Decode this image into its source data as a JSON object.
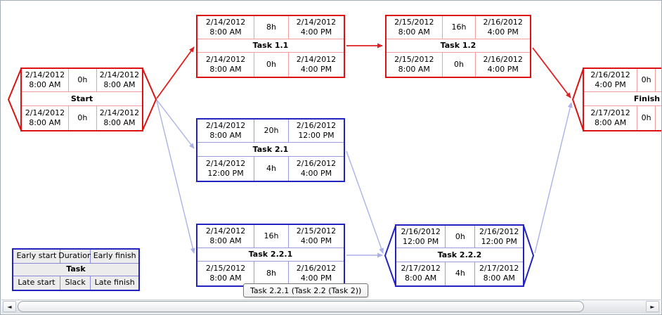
{
  "colors": {
    "critical_outer": "#dd1111",
    "critical_inner": "#f49e9e",
    "normal_outer": "#2323c2",
    "normal_inner": "#9a9ae0",
    "edge_critical": "#e02020",
    "edge_normal": "#abb1e9",
    "legend_outer": "#2323c2",
    "legend_inner": "#8a8ad8",
    "legend_cell_bg": "#ececec"
  },
  "diagram": {
    "nodes": [
      {
        "id": "start",
        "label": "Start",
        "shape": "hex",
        "critical": true,
        "early_start": "2/14/2012\n8:00 AM",
        "duration": "0h",
        "early_finish": "2/14/2012\n8:00 AM",
        "late_start": "2/14/2012\n8:00 AM",
        "slack": "0h",
        "late_finish": "2/14/2012\n8:00 AM"
      },
      {
        "id": "task-1-1",
        "label": "Task 1.1",
        "shape": "rect",
        "critical": true,
        "early_start": "2/14/2012\n8:00 AM",
        "duration": "8h",
        "early_finish": "2/14/2012\n4:00 PM",
        "late_start": "2/14/2012\n8:00 AM",
        "slack": "0h",
        "late_finish": "2/14/2012\n4:00 PM"
      },
      {
        "id": "task-1-2",
        "label": "Task 1.2",
        "shape": "rect",
        "critical": true,
        "early_start": "2/15/2012\n8:00 AM",
        "duration": "16h",
        "early_finish": "2/16/2012\n4:00 PM",
        "late_start": "2/15/2012\n8:00 AM",
        "slack": "0h",
        "late_finish": "2/16/2012\n4:00 PM"
      },
      {
        "id": "task-2-1",
        "label": "Task 2.1",
        "shape": "rect",
        "critical": false,
        "early_start": "2/14/2012\n8:00 AM",
        "duration": "20h",
        "early_finish": "2/16/2012\n12:00 PM",
        "late_start": "2/14/2012\n12:00 PM",
        "slack": "4h",
        "late_finish": "2/16/2012\n4:00 PM"
      },
      {
        "id": "task-2-2-1",
        "label": "Task 2.2.1",
        "shape": "rect",
        "critical": false,
        "early_start": "2/14/2012\n8:00 AM",
        "duration": "16h",
        "early_finish": "2/15/2012\n4:00 PM",
        "late_start": "2/15/2012\n8:00 AM",
        "slack": "8h",
        "late_finish": "2/16/2012\n4:00 PM"
      },
      {
        "id": "task-2-2-2",
        "label": "Task 2.2.2",
        "shape": "hex",
        "critical": false,
        "early_start": "2/16/2012\n12:00 PM",
        "duration": "0h",
        "early_finish": "2/16/2012\n12:00 PM",
        "late_start": "2/17/2012\n8:00 AM",
        "slack": "4h",
        "late_finish": "2/17/2012\n8:00 AM"
      },
      {
        "id": "finish",
        "label": "Finish",
        "shape": "hex",
        "critical": true,
        "early_start": "2/16/2012\n4:00 PM",
        "duration": "0h",
        "early_finish": "",
        "late_start": "2/17/2012\n8:00 AM",
        "slack": "0h",
        "late_finish": ""
      }
    ],
    "edges": [
      {
        "from": "start",
        "to": "task-1-1",
        "critical": true
      },
      {
        "from": "task-1-1",
        "to": "task-1-2",
        "critical": true
      },
      {
        "from": "task-1-2",
        "to": "finish",
        "critical": true
      },
      {
        "from": "start",
        "to": "task-2-1",
        "critical": false
      },
      {
        "from": "start",
        "to": "task-2-2-1",
        "critical": false
      },
      {
        "from": "task-2-1",
        "to": "task-2-2-2",
        "critical": false
      },
      {
        "from": "task-2-2-1",
        "to": "task-2-2-2",
        "critical": false
      },
      {
        "from": "task-2-2-2",
        "to": "finish",
        "critical": false
      }
    ]
  },
  "legend": {
    "early_start": "Early start",
    "duration": "Duration",
    "early_finish": "Early finish",
    "task": "Task",
    "late_start": "Late start",
    "slack": "Slack",
    "late_finish": "Late finish"
  },
  "tooltip": {
    "text": "Task 2.2.1 (Task 2.2 (Task 2))"
  },
  "scrollbar": {
    "left_glyph": "◄",
    "right_glyph": "►"
  }
}
